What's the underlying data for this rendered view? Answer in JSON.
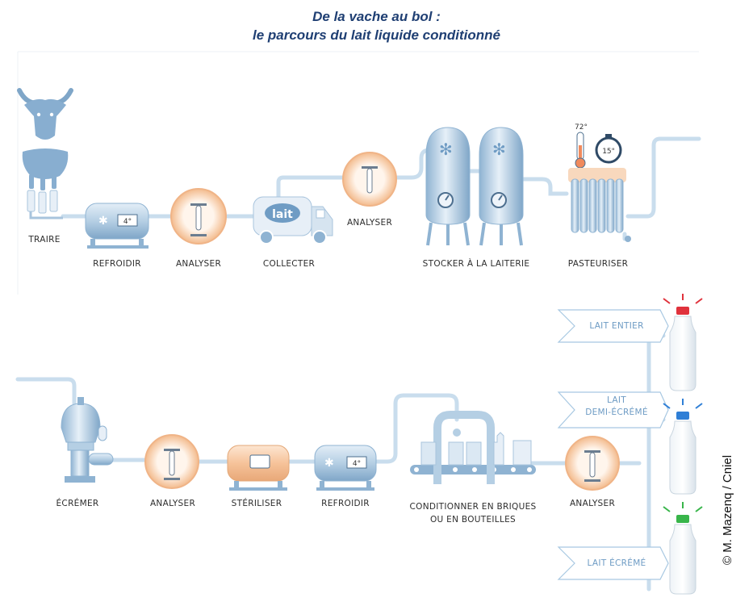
{
  "title": {
    "line1": "De la vache au bol :",
    "line2": "le parcours du lait liquide conditionné"
  },
  "steps_top": {
    "traire": "TRAIRE",
    "refroidir": "REFROIDIR",
    "analyser1": "ANALYSER",
    "collecter": "COLLECTER",
    "analyser2": "ANALYSER",
    "stocker": "STOCKER À LA LAITERIE",
    "pasteuriser": "PASTEURISER"
  },
  "steps_bottom": {
    "ecremer": "ÉCRÉMER",
    "analyser3": "ANALYSER",
    "steriliser": "STÉRILISER",
    "refroidir2": "REFROIDIR",
    "conditionner_l1": "CONDITIONNER EN BRIQUES",
    "conditionner_l2": "OU EN BOUTEILLES",
    "analyser4": "ANALYSER"
  },
  "device_text": {
    "truck_logo": "lait",
    "cooler_temp": "4°",
    "cooler_temp2": "4°",
    "thermo_temp": "72°",
    "timer": "15\""
  },
  "milk_types": {
    "entier": "LAIT ENTIER",
    "demi_l1": "LAIT",
    "demi_l2": "DEMI-ÉCRÉMÉ",
    "ecreme": "LAIT ÉCRÉMÉ"
  },
  "credit": "© M. Mazenq / Cniel",
  "colors": {
    "title": "#1f3f73",
    "pipe": "#c7dcec",
    "metal_dark": "#7fa6c8",
    "metal_light": "#dce9f4",
    "analysis_orange": "#f6c9a3",
    "cap_red": "#e0323c",
    "cap_blue": "#2f7fd6",
    "cap_green": "#38b54a"
  }
}
